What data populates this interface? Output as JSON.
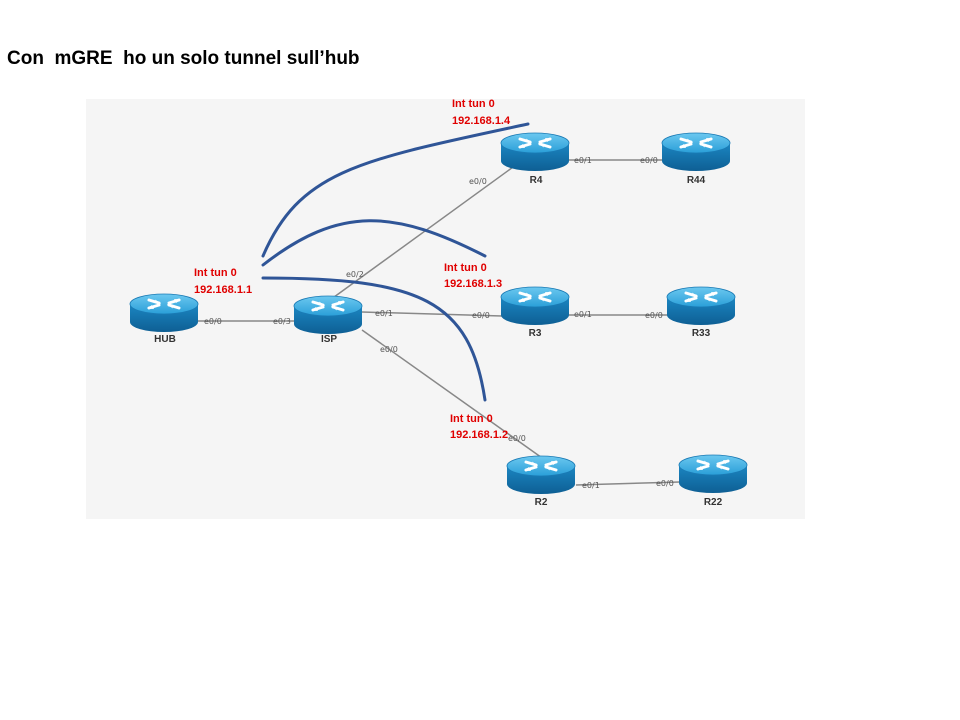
{
  "title": "Con  mGRE  ho un solo tunnel sull’hub",
  "routers": {
    "hub": "HUB",
    "isp": "ISP",
    "r4": "R4",
    "r44": "R44",
    "r3": "R3",
    "r33": "R33",
    "r2": "R2",
    "r22": "R22"
  },
  "interfaces": {
    "hub_e00": "e0/0",
    "isp_e03": "e0/3",
    "isp_e02": "e0/2",
    "isp_e01": "e0/1",
    "isp_e00": "e0/0",
    "r4_e00": "e0/0",
    "r4_e01": "e0/1",
    "r44_e00": "e0/0",
    "r3_e00": "e0/0",
    "r3_e01": "e0/1",
    "r33_e00": "e0/0",
    "r2_e00": "e0/0",
    "r2_e01": "e0/1",
    "r22_e00": "e0/0"
  },
  "tunnels": {
    "hub": {
      "name": "Int tun 0",
      "ip": "192.168.1.1"
    },
    "r4": {
      "name": "Int tun 0",
      "ip": "192.168.1.4"
    },
    "r3": {
      "name": "Int tun 0",
      "ip": "192.168.1.3"
    },
    "r2": {
      "name": "Int tun 0",
      "ip": "192.168.1.2"
    }
  },
  "colors": {
    "tunnel_curve": "#2f5597",
    "tunnel_label": "#e00000",
    "router_body": "#1e8fc7",
    "link": "#888888",
    "diagram_bg": "#f5f5f5"
  }
}
